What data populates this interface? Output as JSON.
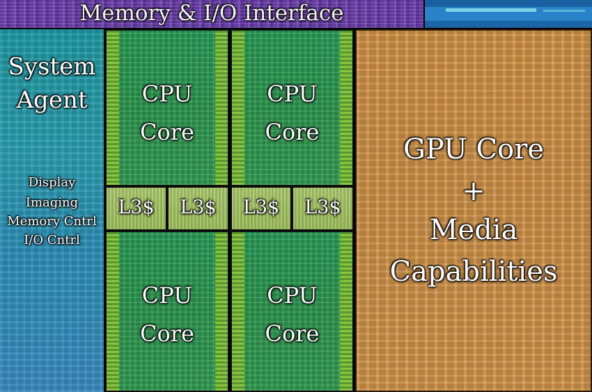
{
  "banner": {
    "title": "Memory & I/O Interface"
  },
  "system_agent": {
    "title_line1": "System",
    "title_line2": "Agent",
    "items": [
      "Display",
      "Imaging",
      "Memory Cntrl",
      "I/O Cntrl"
    ]
  },
  "cpu_cores": [
    {
      "line1": "CPU",
      "line2": "Core"
    },
    {
      "line1": "CPU",
      "line2": "Core"
    },
    {
      "line1": "CPU",
      "line2": "Core"
    },
    {
      "line1": "CPU",
      "line2": "Core"
    }
  ],
  "l3_caches": [
    "L3$",
    "L3$",
    "L3$",
    "L3$"
  ],
  "gpu": {
    "line1": "GPU Core",
    "line2": "+",
    "line3": "Media",
    "line4": "Capabilities"
  },
  "colors": {
    "memory_io": "#6a3fa8",
    "system_agent": "#2a9fb0",
    "cpu_core": "#2d9a4f",
    "l3_cache": "#a9c86a",
    "gpu": "#d99a4a"
  }
}
